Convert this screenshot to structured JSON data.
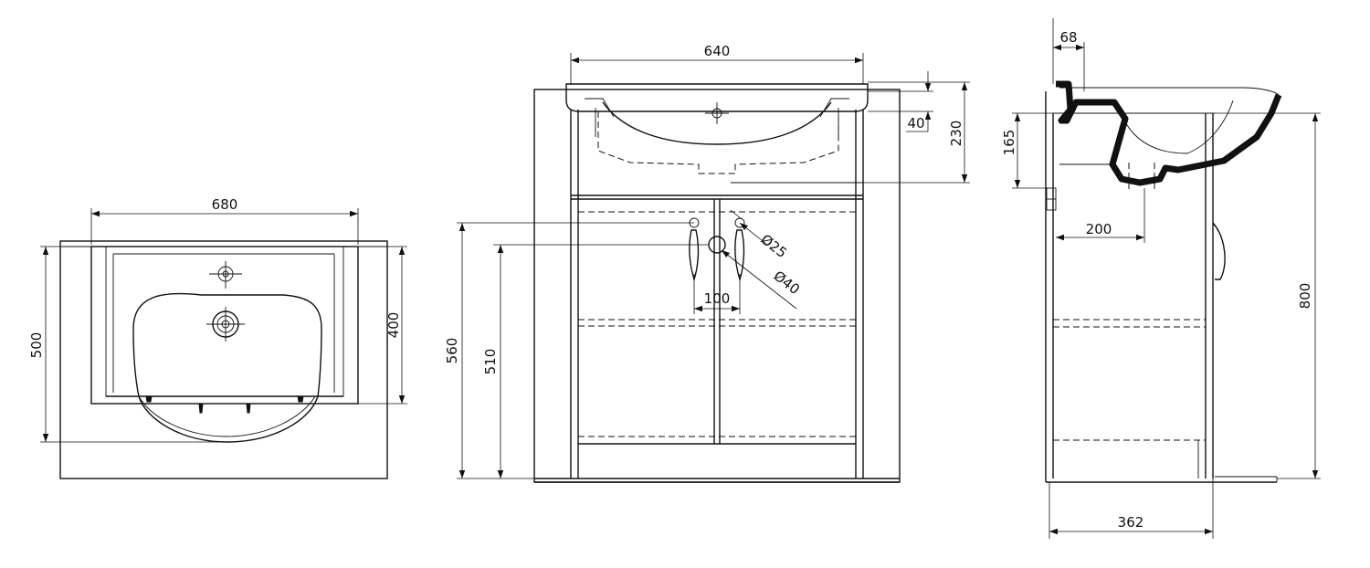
{
  "dimensions": {
    "top_view": {
      "width": "680",
      "depth": "500",
      "basin_depth": "400"
    },
    "front_view": {
      "width": "640",
      "basin_offset": "40",
      "top_height": "230",
      "outlet_height": "560",
      "drain_height": "510",
      "hole_small": "Ø25",
      "hole_large": "Ø40",
      "hole_spacing": "100"
    },
    "side_view": {
      "rim_depth": "68",
      "basin_height": "165",
      "drain_offset": "200",
      "total_height": "800",
      "cabinet_depth": "362"
    }
  }
}
